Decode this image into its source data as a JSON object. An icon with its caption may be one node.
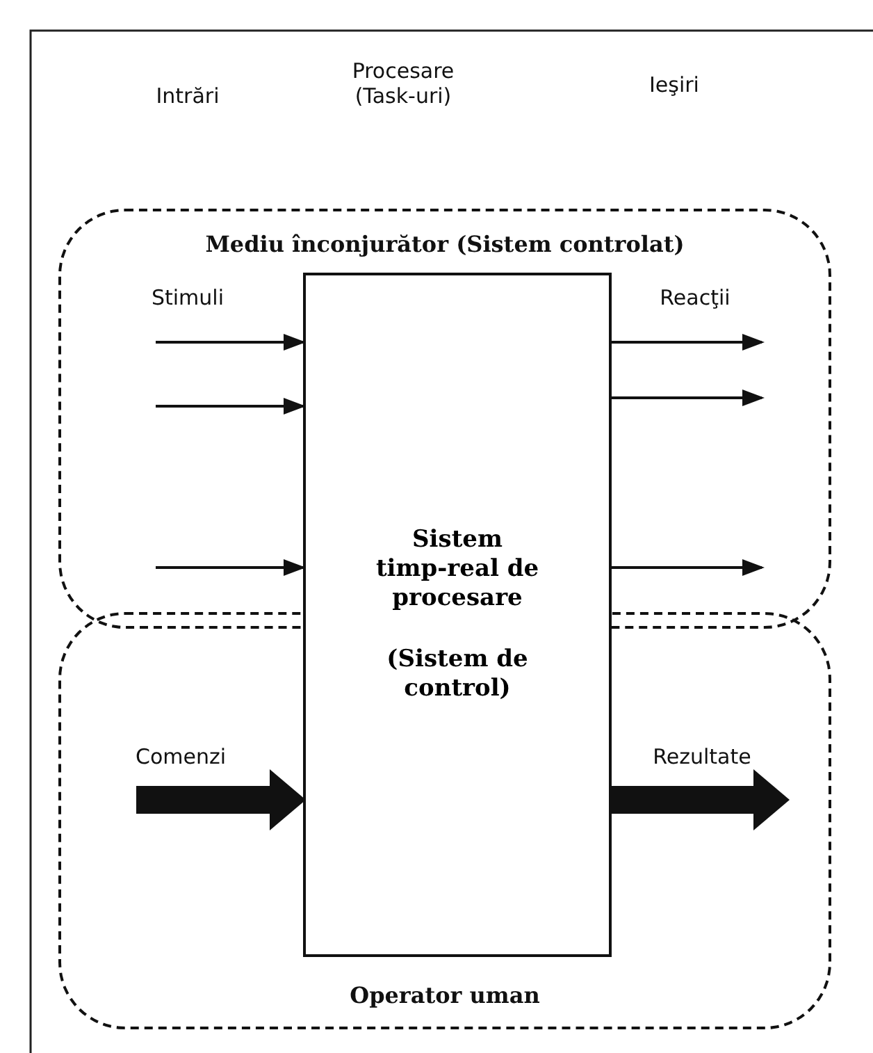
{
  "diagram": {
    "nodes": [
      {
        "text": [
          "Mediu înconjurător (Sistem controlat)"
        ]
      },
      {
        "text": [
          "Operator uman"
        ]
      },
      {
        "text": [
          "Sistem timp-real de procesare",
          "(Sistem de control)"
        ]
      }
    ],
    "edges": [
      {
        "from": 0,
        "to": 2,
        "arrow": "to"
      },
      {
        "from": 0,
        "to": 2,
        "arrow": "to"
      },
      {
        "from": 0,
        "to": 2,
        "arrow": "to"
      },
      {
        "from": 2,
        "to": 0,
        "arrow": "to"
      },
      {
        "from": 2,
        "to": 0,
        "arrow": "to"
      },
      {
        "from": 2,
        "to": 0,
        "arrow": "to"
      },
      {
        "from": 1,
        "to": 2,
        "arrow": "to",
        "style": "thick"
      },
      {
        "from": 2,
        "to": 1,
        "arrow": "to",
        "style": "thick"
      }
    ],
    "labels": [
      "Intrări",
      "Procesare (Task-uri)",
      "Ieşiri",
      "Stimuli",
      "Reacţii",
      "Comenzi",
      "Rezultate"
    ]
  }
}
